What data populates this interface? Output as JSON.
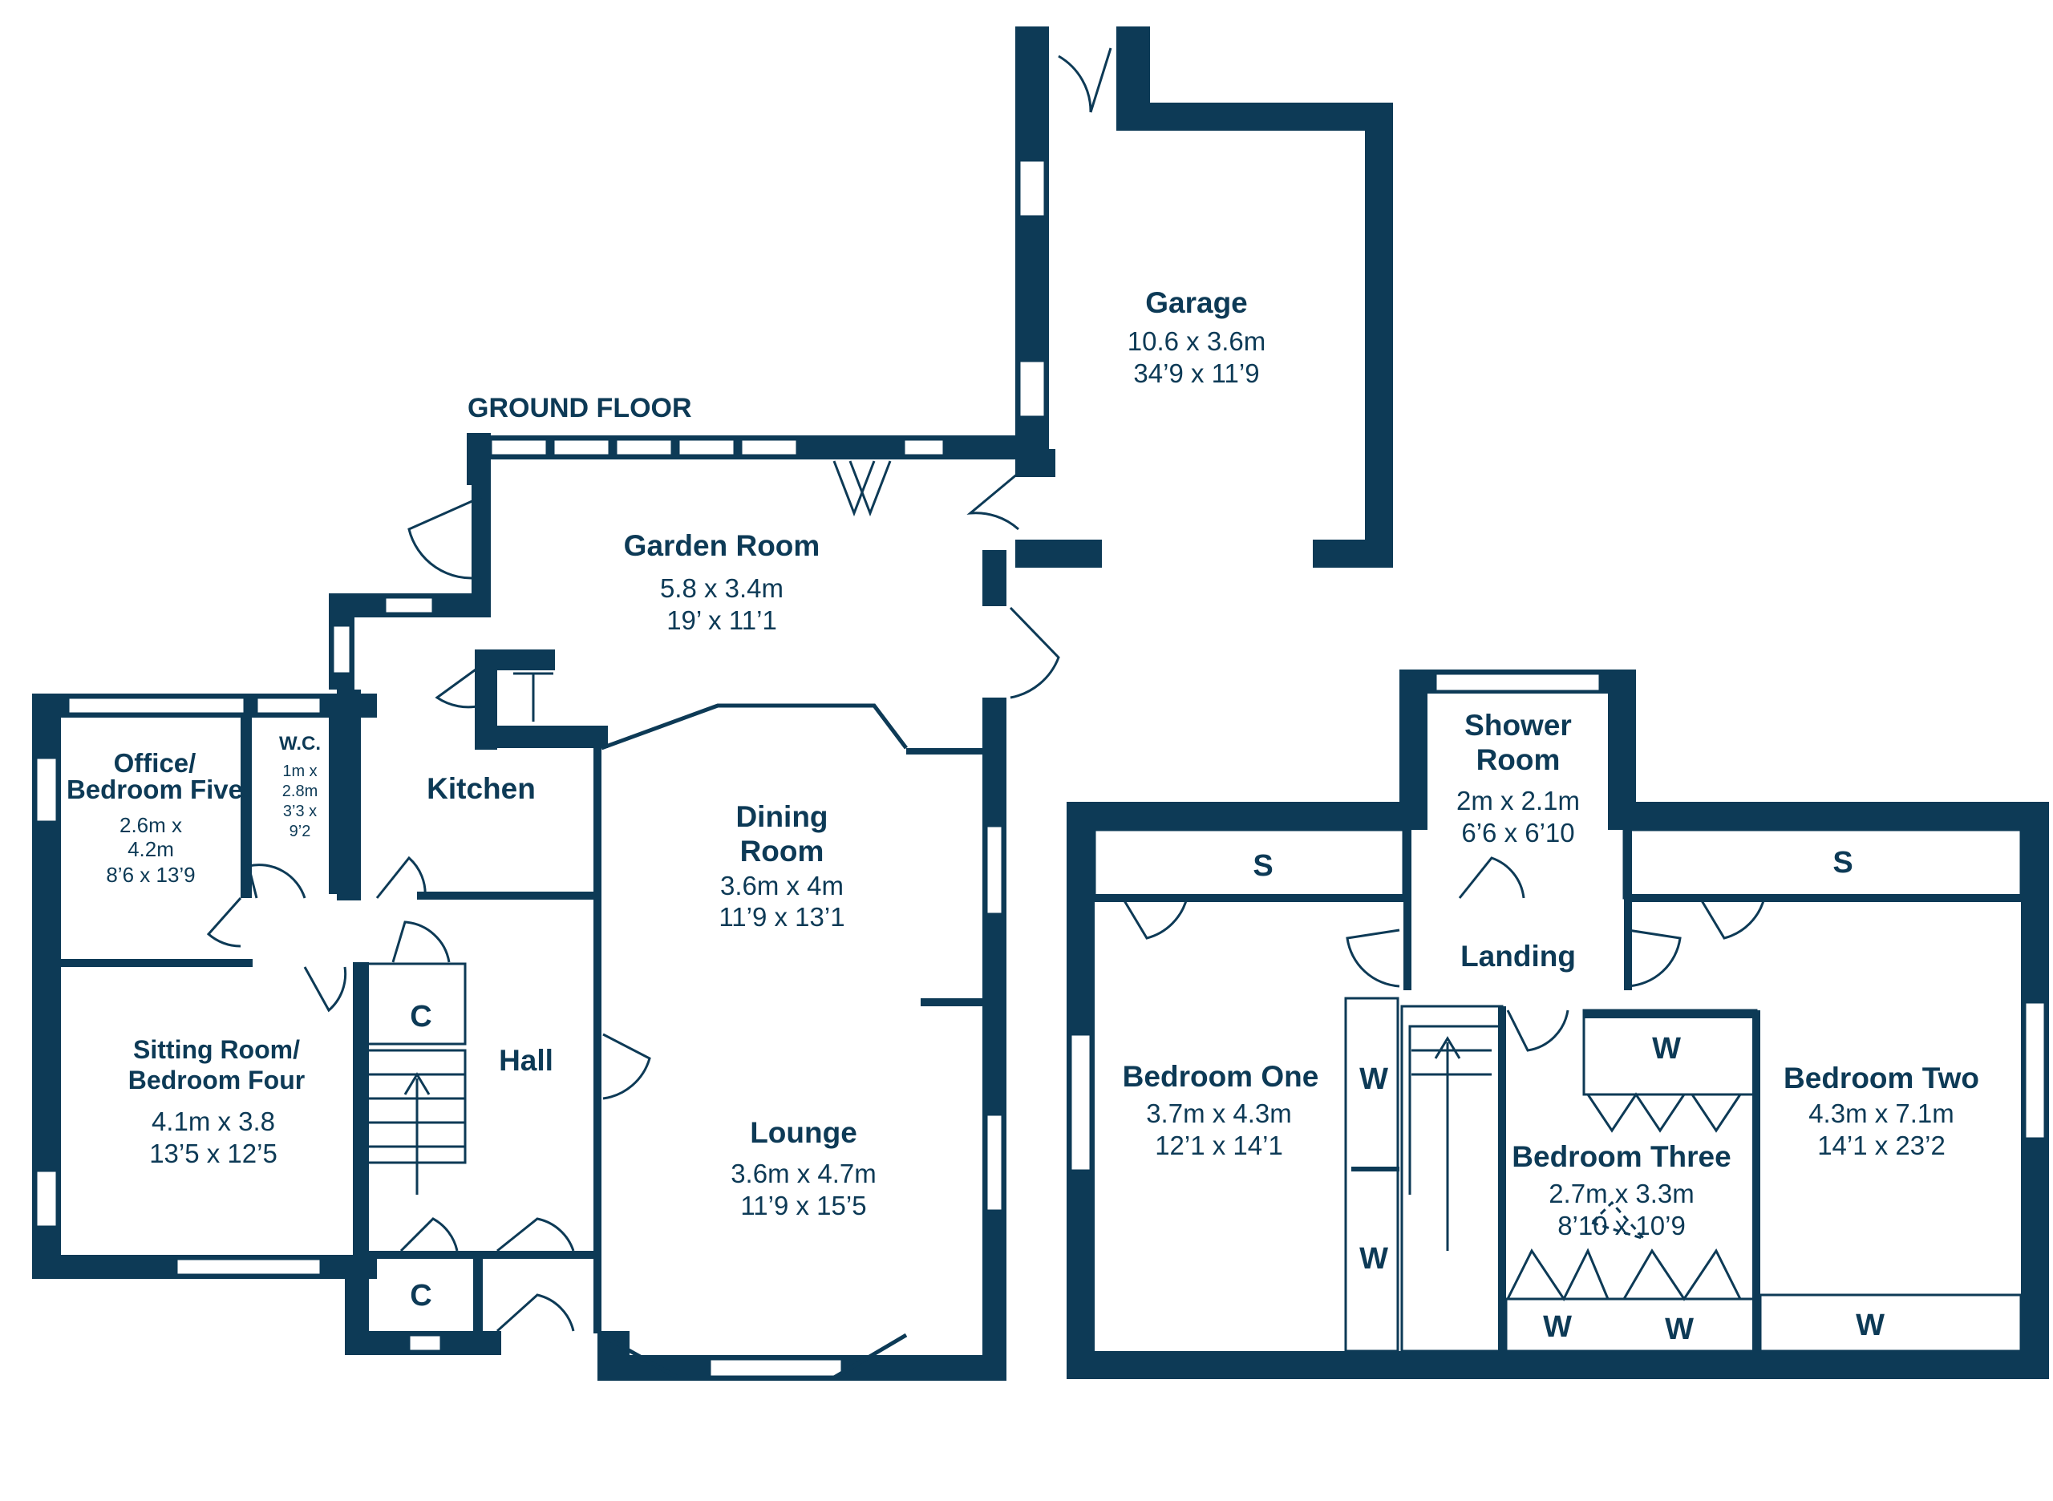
{
  "ground_floor": {
    "heading": "GROUND FLOOR",
    "garage": {
      "name": "Garage",
      "metric": "10.6 x 3.6m",
      "imperial": "34’9 x 11’9"
    },
    "garden_room": {
      "name": "Garden Room",
      "metric": "5.8 x 3.4m",
      "imperial": "19’ x 11’1"
    },
    "kitchen": {
      "name": "Kitchen"
    },
    "dining_room": {
      "name_line1": "Dining",
      "name_line2": "Room",
      "metric": "3.6m x 4m",
      "imperial": "11’9 x 13’1"
    },
    "lounge": {
      "name": "Lounge",
      "metric": "3.6m x 4.7m",
      "imperial": "11’9 x 15’5"
    },
    "office": {
      "name_line1": "Office/",
      "name_line2": "Bedroom Five",
      "metric_line1": "2.6m x",
      "metric_line2": "4.2m",
      "imperial": "8’6 x 13’9"
    },
    "wc": {
      "name": "W.C.",
      "line1": "1m x",
      "line2": "2.8m",
      "line3": "3’3 x",
      "line4": "9’2"
    },
    "sitting_room": {
      "name_line1": "Sitting Room/",
      "name_line2": "Bedroom Four",
      "metric": "4.1m x 3.8",
      "imperial": "13’5 x 12’5"
    },
    "hall": {
      "name": "Hall"
    },
    "cupboard_upper": "C",
    "cupboard_lower": "C"
  },
  "first_floor": {
    "shower_room": {
      "name_line1": "Shower",
      "name_line2": "Room",
      "metric": "2m x 2.1m",
      "imperial": "6’6 x 6’10"
    },
    "landing": {
      "name": "Landing"
    },
    "bedroom_one": {
      "name": "Bedroom One",
      "metric": "3.7m x 4.3m",
      "imperial": "12’1 x 14’1"
    },
    "bedroom_two": {
      "name": "Bedroom Two",
      "metric": "4.3m x 7.1m",
      "imperial": "14’1 x 23’2"
    },
    "bedroom_three": {
      "name": "Bedroom Three",
      "metric": "2.7m x 3.3m",
      "imperial": "8’10 x 10’9"
    },
    "storage_left": "S",
    "storage_right": "S",
    "wardrobes": [
      "W",
      "W",
      "W",
      "W",
      "W",
      "W"
    ]
  }
}
